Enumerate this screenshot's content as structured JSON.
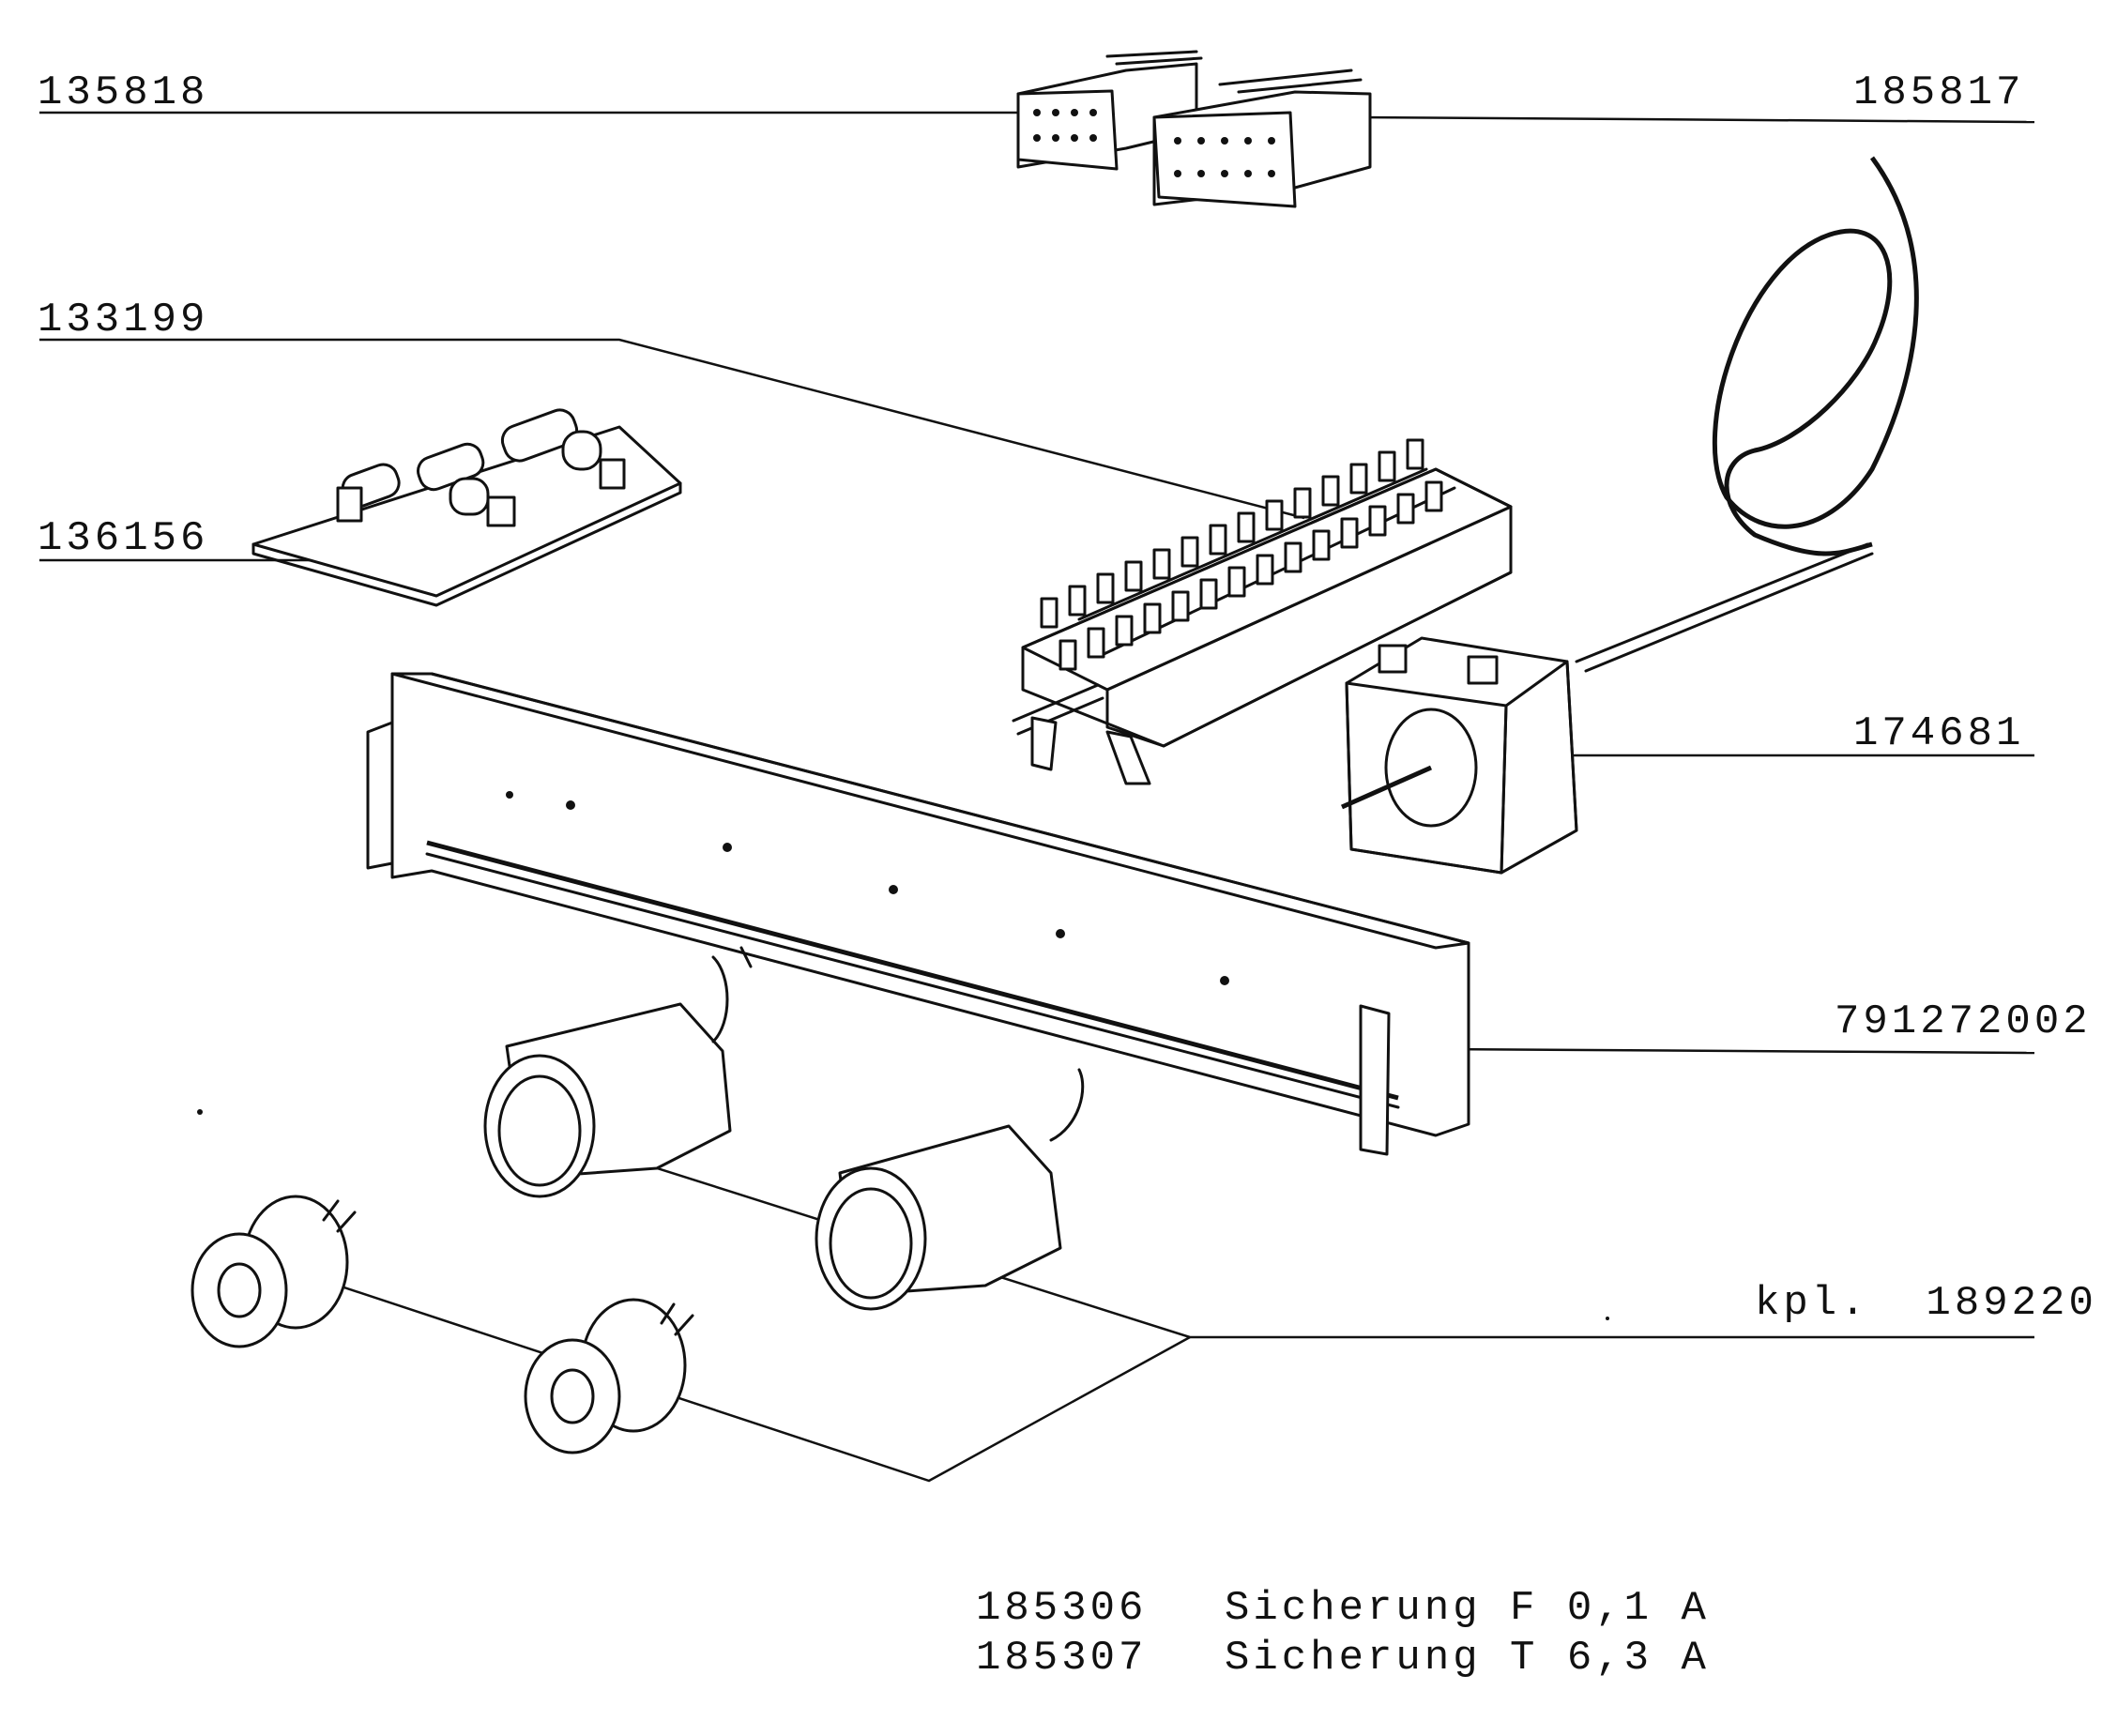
{
  "callouts": {
    "c1": "135818",
    "c2": "185817",
    "c3": "133199",
    "c4": "136156",
    "c5": "174681",
    "c6": "791272002",
    "c7": "kpl.  189220"
  },
  "fuses": [
    {
      "code": "185306",
      "text": "Sicherung F 0,1 A"
    },
    {
      "code": "185307",
      "text": "Sicherung T 6,3 A"
    }
  ]
}
